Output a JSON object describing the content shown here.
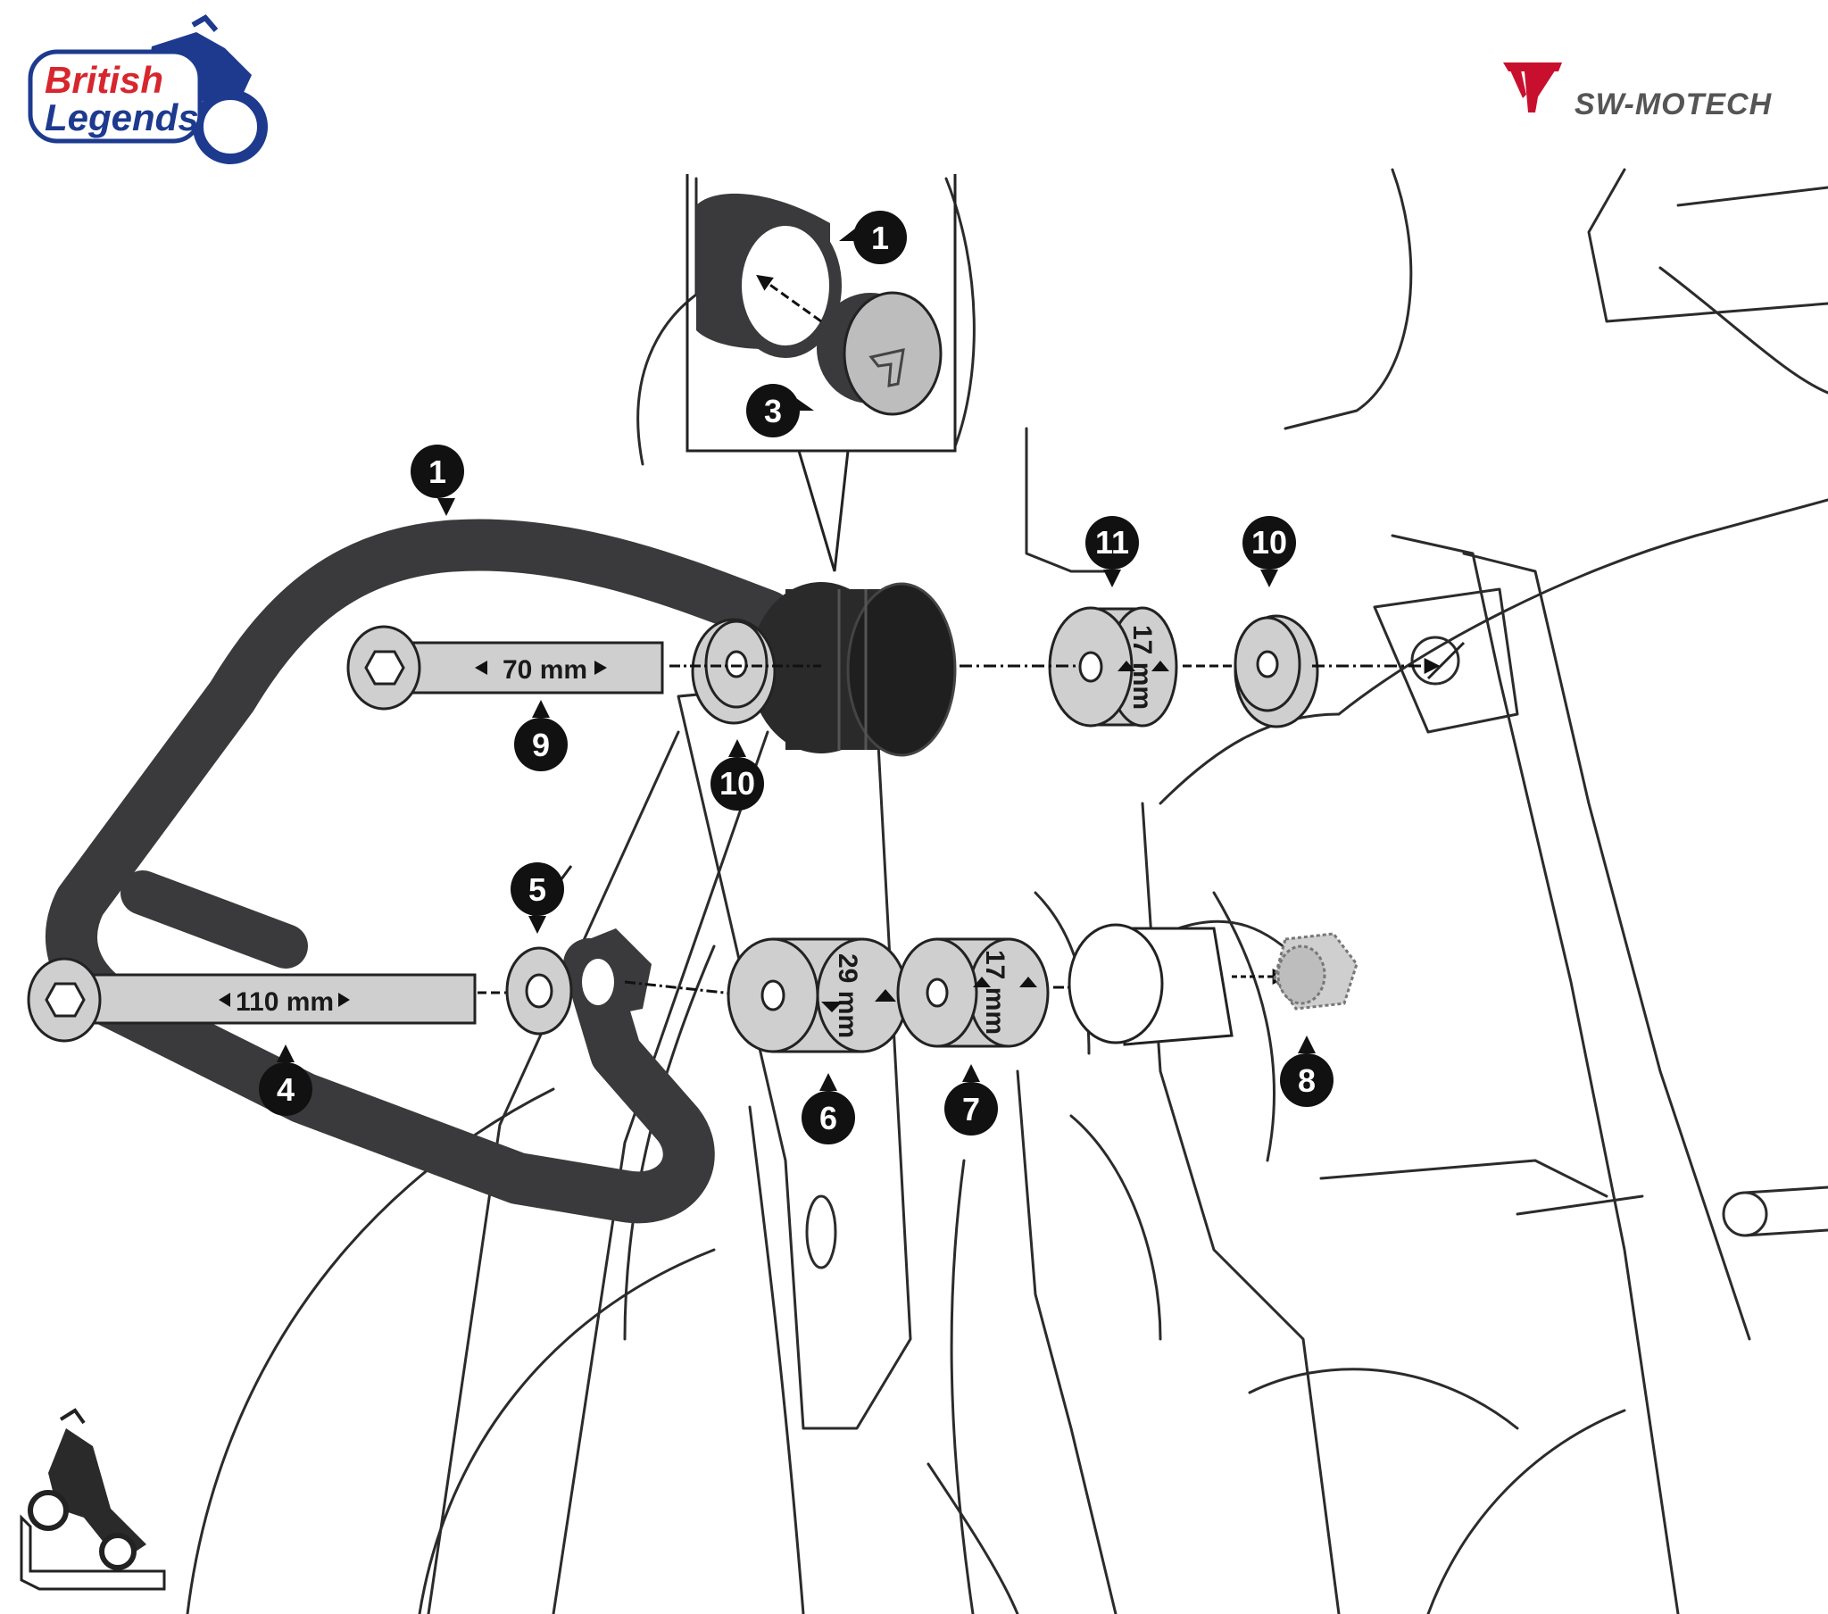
{
  "brands": {
    "left_logo": {
      "line1": "British",
      "line2": "Legends",
      "red": "#d7262e",
      "blue": "#1d3a8f"
    },
    "right_logo": {
      "text": "SW-MOTECH",
      "red": "#c8102e",
      "gray": "#555555"
    }
  },
  "callouts": {
    "c1_top": "1",
    "c1_inset": "1",
    "c3_inset": "3",
    "c9": "9",
    "c10_left": "10",
    "c11": "11",
    "c10_right": "10",
    "c5": "5",
    "c4": "4",
    "c6": "6",
    "c7": "7",
    "c8": "8"
  },
  "dimensions": {
    "bolt_top": "70 mm",
    "bolt_bottom": "110 mm",
    "spacer_11": "17 mm",
    "spacer_6": "29 mm",
    "spacer_7": "17 mm"
  },
  "colors": {
    "bar": "#3a3a3c",
    "part_gray": "#cfcfcf",
    "line": "#222222",
    "callout_bg": "#111111"
  },
  "icons": {
    "corner": "motorcycle-side-mount-icon"
  }
}
